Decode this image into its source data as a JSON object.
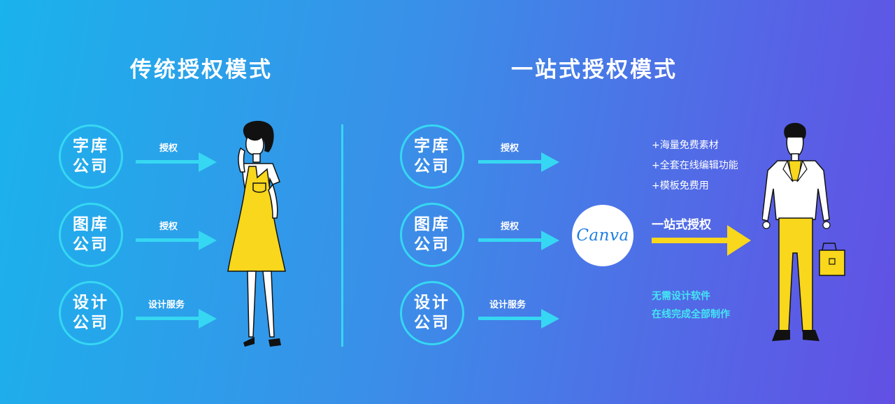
{
  "colors": {
    "accent_cyan": "#36d7f2",
    "accent_yellow": "#f8d71c",
    "background_start": "#1ab3ec",
    "background_end": "#6250e4"
  },
  "left": {
    "title": "传统授权模式",
    "rows": [
      {
        "circle": "字库公司",
        "label": "授权"
      },
      {
        "circle": "图库公司",
        "label": "授权"
      },
      {
        "circle": "设计公司",
        "label": "设计服务"
      }
    ]
  },
  "right": {
    "title": "一站式授权模式",
    "rows": [
      {
        "circle": "字库公司",
        "label": "授权"
      },
      {
        "circle": "图库公司",
        "label": "授权"
      },
      {
        "circle": "设计公司",
        "label": "设计服务"
      }
    ],
    "logo_text": "Canva",
    "benefits": [
      "+海量免费素材",
      "+全套在线编辑功能",
      "+模板免费用"
    ],
    "main_arrow_label": "一站式授权",
    "notes": [
      "无需设计软件",
      "在线完成全部制作"
    ]
  }
}
